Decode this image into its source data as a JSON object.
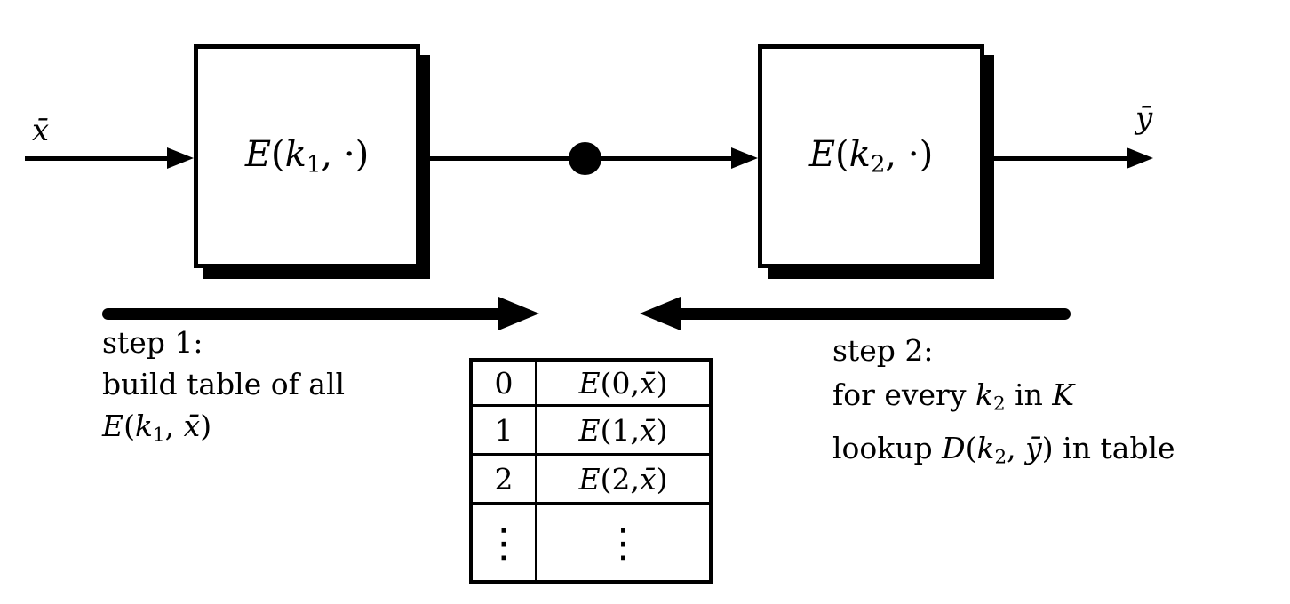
{
  "colors": {
    "ink": "#000000",
    "paper": "#ffffff"
  },
  "flow": {
    "input_label": [
      {
        "t": "x̄",
        "s": "it"
      }
    ],
    "output_label": [
      {
        "t": "ȳ",
        "s": "it"
      }
    ],
    "box1_label": [
      {
        "t": "E",
        "s": "it"
      },
      {
        "t": "(",
        "s": "rm"
      },
      {
        "t": "k",
        "s": "it"
      },
      {
        "t": "1",
        "s": "sub"
      },
      {
        "t": ", ·)",
        "s": "rm"
      }
    ],
    "box2_label": [
      {
        "t": "E",
        "s": "it"
      },
      {
        "t": "(",
        "s": "rm"
      },
      {
        "t": "k",
        "s": "it"
      },
      {
        "t": "2",
        "s": "sub"
      },
      {
        "t": ", ·)",
        "s": "rm"
      }
    ]
  },
  "steps": {
    "step1": {
      "lines": [
        [
          {
            "t": "step 1:",
            "s": "rm"
          }
        ],
        [
          {
            "t": "build table of all",
            "s": "rm"
          }
        ],
        [
          {
            "t": "E",
            "s": "it"
          },
          {
            "t": "(",
            "s": "rm"
          },
          {
            "t": "k",
            "s": "it"
          },
          {
            "t": "1",
            "s": "sub"
          },
          {
            "t": ", ",
            "s": "rm"
          },
          {
            "t": "x̄",
            "s": "it"
          },
          {
            "t": ")",
            "s": "rm"
          }
        ]
      ]
    },
    "step2": {
      "lines": [
        [
          {
            "t": "step 2:",
            "s": "rm"
          }
        ],
        [
          {
            "t": "for every ",
            "s": "rm"
          },
          {
            "t": "k",
            "s": "it"
          },
          {
            "t": "2",
            "s": "sub"
          },
          {
            "t": " in ",
            "s": "rm"
          },
          {
            "t": "K",
            "s": "cal"
          }
        ],
        [
          {
            "t": "lookup ",
            "s": "rm"
          },
          {
            "t": "D",
            "s": "it"
          },
          {
            "t": "(",
            "s": "rm"
          },
          {
            "t": "k",
            "s": "it"
          },
          {
            "t": "2",
            "s": "sub"
          },
          {
            "t": ", ",
            "s": "rm"
          },
          {
            "t": "ȳ",
            "s": "it"
          },
          {
            "t": ")",
            "s": "rm"
          },
          {
            "t": " in table",
            "s": "rm"
          }
        ]
      ]
    }
  },
  "table": {
    "rows": [
      {
        "key": [
          {
            "t": "0",
            "s": "rm"
          }
        ],
        "value": [
          {
            "t": "E",
            "s": "it"
          },
          {
            "t": "(0, ",
            "s": "rm"
          },
          {
            "t": "x̄",
            "s": "it"
          },
          {
            "t": ")",
            "s": "rm"
          }
        ]
      },
      {
        "key": [
          {
            "t": "1",
            "s": "rm"
          }
        ],
        "value": [
          {
            "t": "E",
            "s": "it"
          },
          {
            "t": "(1, ",
            "s": "rm"
          },
          {
            "t": "x̄",
            "s": "it"
          },
          {
            "t": ")",
            "s": "rm"
          }
        ]
      },
      {
        "key": [
          {
            "t": "2",
            "s": "rm"
          }
        ],
        "value": [
          {
            "t": "E",
            "s": "it"
          },
          {
            "t": "(2, ",
            "s": "rm"
          },
          {
            "t": "x̄",
            "s": "it"
          },
          {
            "t": ")",
            "s": "rm"
          }
        ]
      },
      {
        "key": [
          {
            "t": "⋮",
            "s": "dots"
          }
        ],
        "value": [
          {
            "t": "⋮",
            "s": "dots"
          }
        ]
      }
    ]
  }
}
